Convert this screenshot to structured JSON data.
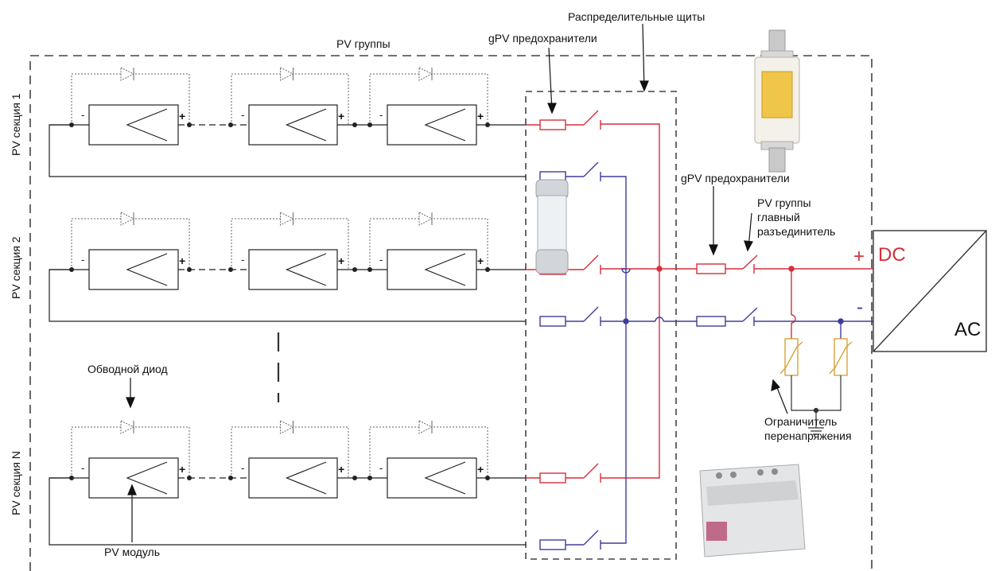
{
  "labels": {
    "distribution_boards": "Распределительные щиты",
    "pv_groups": "PV группы",
    "gpv_fuses_top": "gPV предохранители",
    "gpv_fuses_right": "gPV предохранители",
    "main_disconnector": [
      "PV группы",
      "главный",
      "разъединитель"
    ],
    "surge_limiter": [
      "Ограничитель",
      "перенапряжения"
    ],
    "bypass_diode": "Обводной диод",
    "pv_module": "PV модуль",
    "section_1": "PV секция 1",
    "section_2": "PV секция 2",
    "section_n": "PV секция N",
    "dc": "DC",
    "ac": "AC",
    "plus": "+",
    "minus": "-"
  },
  "module_terminals": {
    "minus": "-",
    "plus": "+"
  },
  "colors": {
    "positive": "#d62f3a",
    "negative": "#3f3d9a",
    "frame": "#444444",
    "varistor": "#d9a23a",
    "text": "#111111"
  }
}
